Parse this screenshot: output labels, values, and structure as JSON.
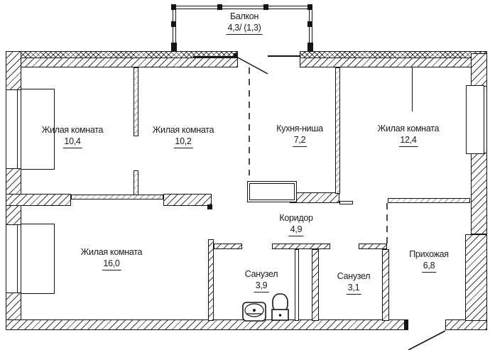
{
  "plan": {
    "title": "apartment-floor-plan",
    "balcony": {
      "label": "Балкон",
      "area": "4,3/ (1,3)"
    },
    "rooms": [
      {
        "id": "living-1",
        "label": "Жилая комната",
        "area": "10,4"
      },
      {
        "id": "living-2",
        "label": "Жилая комната",
        "area": "10,2"
      },
      {
        "id": "kitchen-niche",
        "label": "Кухня-ниша",
        "area": "7,2"
      },
      {
        "id": "living-3",
        "label": "Жилая комната",
        "area": "12,4"
      },
      {
        "id": "living-4",
        "label": "Жилая комната",
        "area": "16,0"
      },
      {
        "id": "corridor",
        "label": "Коридор",
        "area": "4,9"
      },
      {
        "id": "bathroom-1",
        "label": "Санузел",
        "area": "3,9"
      },
      {
        "id": "bathroom-2",
        "label": "Санузел",
        "area": "3,1"
      },
      {
        "id": "hallway",
        "label": "Прихожая",
        "area": "6,8"
      }
    ],
    "fixtures": [
      "toilet-icon",
      "sink-icon"
    ],
    "colors": {
      "line": "#141414",
      "text": "#1a1a1a",
      "dashed": "#4a4a4a",
      "background": "#ffffff"
    }
  }
}
